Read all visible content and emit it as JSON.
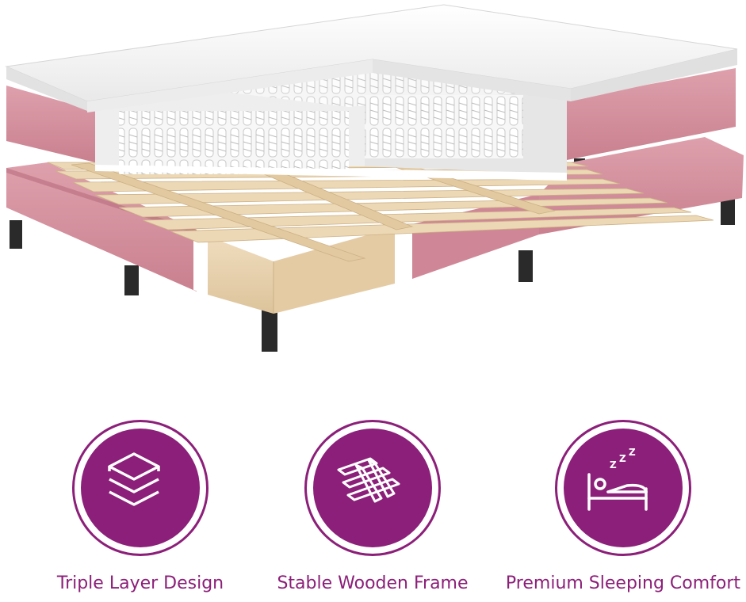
{
  "features": [
    {
      "label": "Triple Layer Design",
      "icon": "layers-icon"
    },
    {
      "label": "Stable Wooden Frame",
      "icon": "wooden-slats-icon"
    },
    {
      "label": "Premium Sleeping Comfort",
      "icon": "sleeping-person-icon"
    }
  ],
  "colors": {
    "accent": "#8c1f79",
    "velvet_pink": "#d8909e",
    "velvet_pink_dark": "#c37484",
    "wood": "#e8d2ad",
    "leg": "#2a2a2a"
  }
}
